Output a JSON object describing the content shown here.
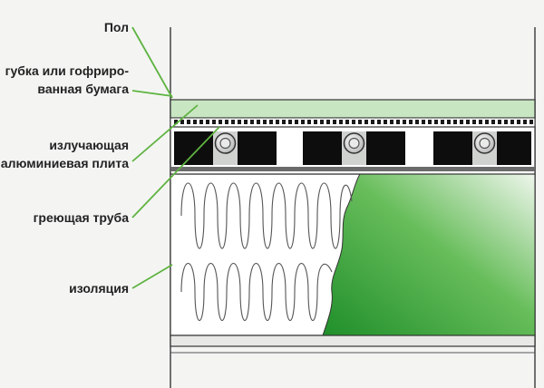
{
  "labels": {
    "floor": "Пол",
    "sponge_line1": "губка или гофриро-",
    "sponge_line2": "ванная бумага",
    "plate_line1": "излучающая",
    "plate_line2": "алюминиевая плита",
    "pipe": "греющая труба",
    "insulation": "изоляция"
  },
  "colors": {
    "leader_green": "#5fb341",
    "green_dark": "#2e9a2e",
    "green_light": "#e4f0df",
    "layer_green": "#c9e6c3",
    "outline": "#333333"
  }
}
